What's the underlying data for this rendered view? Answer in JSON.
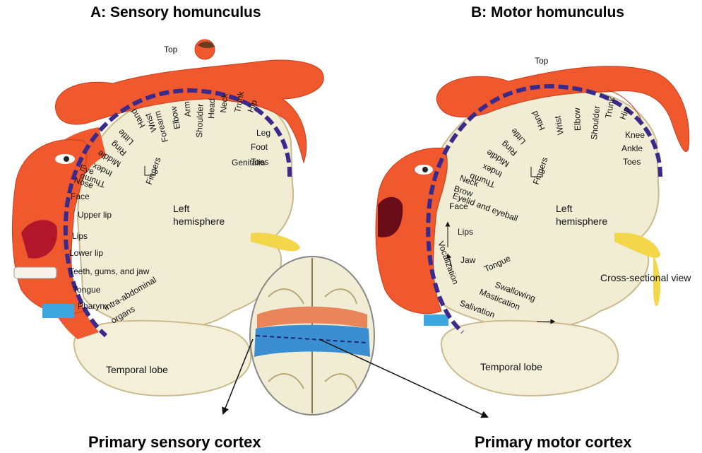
{
  "titles": {
    "sensory": "A: Sensory homunculus",
    "motor": "B: Motor homunculus"
  },
  "captions": {
    "sensory": "Primary sensory cortex",
    "motor": "Primary motor cortex"
  },
  "sensory": {
    "top_label": "Top",
    "hemisphere": [
      "Left",
      "hemisphere"
    ],
    "temporal": "Temporal lobe",
    "fingers": "Fingers",
    "labels": [
      "Hip",
      "Trunk",
      "Neck",
      "Head",
      "Shoulder",
      "Arm",
      "Elbow",
      "Forearm",
      "Wrist",
      "Hand",
      "Little",
      "Ring",
      "Middle",
      "Index",
      "Thumb",
      "Eye",
      "Nose",
      "Face",
      "Upper lip",
      "Lips",
      "Lower lip",
      "Teeth, gums, and jaw",
      "Tongue",
      "Pharynx",
      "Intra-abdominal",
      "organs",
      "Leg",
      "Foot",
      "Toes",
      "Genitalia"
    ]
  },
  "motor": {
    "top_label": "Top",
    "hemisphere": [
      "Left",
      "hemisphere"
    ],
    "temporal": "Temporal lobe",
    "fingers": "Fingers",
    "cross_section": "Cross-sectional view",
    "labels": [
      "Hip",
      "Trunk",
      "Shoulder",
      "Elbow",
      "Wrist",
      "Hand",
      "Little",
      "Ring",
      "Middle",
      "Index",
      "Thumb",
      "Neck",
      "Brow",
      "Eyelid and eyeball",
      "Face",
      "Lips",
      "Jaw",
      "Tongue",
      "Swallowing",
      "Mastication",
      "Salivation",
      "Vocalization",
      "Knee",
      "Ankle",
      "Toes"
    ]
  },
  "colors": {
    "skin": "#f0582e",
    "brain": "#f1ecd4",
    "band": "#3a2a8c",
    "yellow": "#f4d64a",
    "sensory_strip": "#e9855a",
    "motor_strip": "#3b8fd0"
  }
}
